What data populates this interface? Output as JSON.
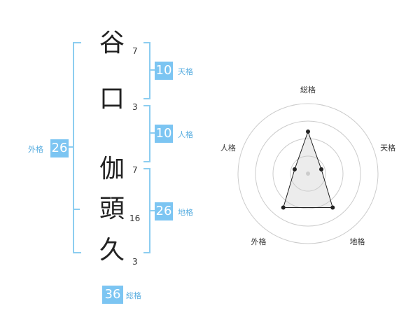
{
  "name": {
    "chars": [
      {
        "char": "谷",
        "strokes": "7"
      },
      {
        "char": "口",
        "strokes": "3"
      },
      {
        "char": "伽",
        "strokes": "7"
      },
      {
        "char": "頭",
        "strokes": "16"
      },
      {
        "char": "久",
        "strokes": "3"
      }
    ]
  },
  "fortunes": {
    "tenkaku": {
      "value": "10",
      "label": "天格"
    },
    "jinkaku": {
      "value": "10",
      "label": "人格"
    },
    "chikaku": {
      "value": "26",
      "label": "地格"
    },
    "gaikaku": {
      "value": "26",
      "label": "外格"
    },
    "soukaku": {
      "value": "36",
      "label": "総格"
    }
  },
  "colors": {
    "accent": "#7cc5f2",
    "bracket": "#8ccdf0"
  },
  "chart_data": {
    "type": "radar",
    "axes": [
      "総格",
      "天格",
      "地格",
      "外格",
      "人格"
    ],
    "values": [
      3,
      1,
      3,
      3,
      1
    ],
    "rmax": 5,
    "rings": 4,
    "grid": true
  }
}
